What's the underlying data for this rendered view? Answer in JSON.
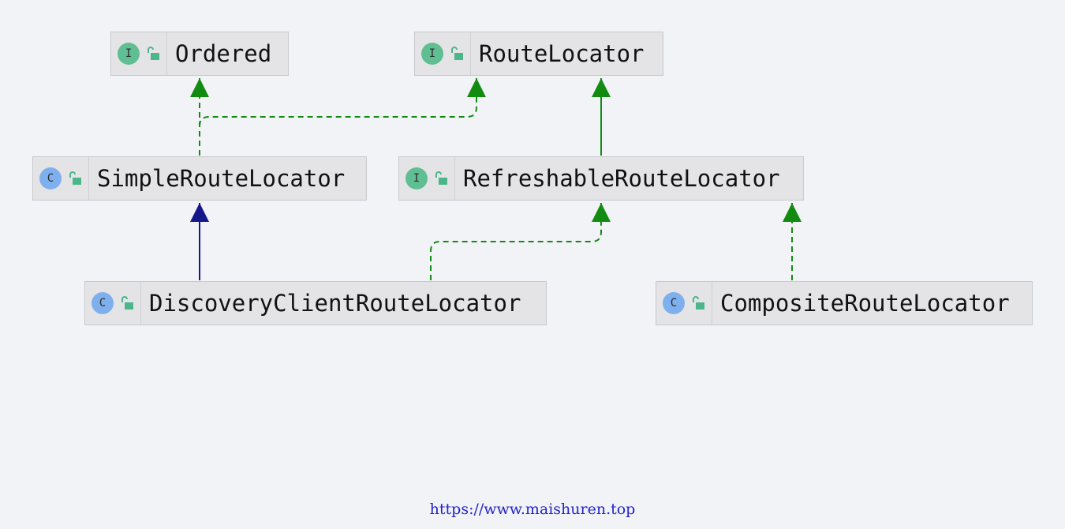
{
  "diagram": {
    "nodes": [
      {
        "id": "ordered",
        "name": "Ordered",
        "kind": "interface",
        "kind_letter": "I"
      },
      {
        "id": "routelocator",
        "name": "RouteLocator",
        "kind": "interface",
        "kind_letter": "I"
      },
      {
        "id": "simpleroutelocator",
        "name": "SimpleRouteLocator",
        "kind": "class",
        "kind_letter": "C"
      },
      {
        "id": "refreshableroutelocator",
        "name": "RefreshableRouteLocator",
        "kind": "interface",
        "kind_letter": "I"
      },
      {
        "id": "discoveryclientroutelocator",
        "name": "DiscoveryClientRouteLocator",
        "kind": "class",
        "kind_letter": "C"
      },
      {
        "id": "compositeroutelocator",
        "name": "CompositeRouteLocator",
        "kind": "class",
        "kind_letter": "C"
      }
    ],
    "edges": [
      {
        "from": "simpleroutelocator",
        "to": "ordered",
        "relation": "implements"
      },
      {
        "from": "simpleroutelocator",
        "to": "routelocator",
        "relation": "implements"
      },
      {
        "from": "refreshableroutelocator",
        "to": "routelocator",
        "relation": "extends-interface"
      },
      {
        "from": "discoveryclientroutelocator",
        "to": "simpleroutelocator",
        "relation": "extends-class"
      },
      {
        "from": "discoveryclientroutelocator",
        "to": "refreshableroutelocator",
        "relation": "implements"
      },
      {
        "from": "compositeroutelocator",
        "to": "refreshableroutelocator",
        "relation": "implements"
      }
    ],
    "colors": {
      "implements": "#118c11",
      "extends-interface": "#118c11",
      "extends-class": "#16168c",
      "interface_icon": "#5fbf93",
      "class_icon": "#7fb0ee",
      "visibility_icon": "#4bb68a"
    }
  },
  "footer": {
    "url": "https://www.maishuren.top"
  }
}
